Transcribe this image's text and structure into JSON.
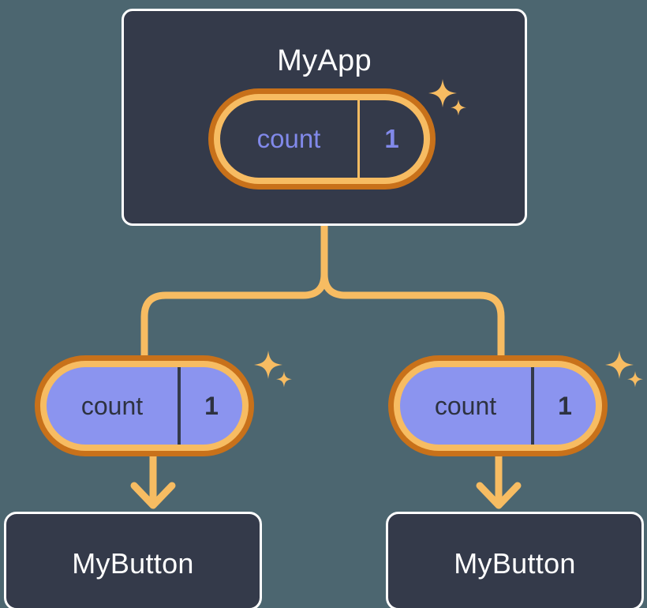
{
  "diagram": {
    "title": "MyApp component tree with shared count state",
    "background_color": "#4c6670",
    "accent_gold": "#f7bc62",
    "accent_orange": "#c8711a",
    "card_fill": "#343a4a",
    "card_border": "#ffffff",
    "state_purple": "#8189ea",
    "pill_fill_child": "#8b94ef"
  },
  "root": {
    "name": "root-component",
    "label": "MyApp",
    "state": {
      "key": "count",
      "value": "1"
    },
    "sparkle": "sparkle-icon"
  },
  "children": [
    {
      "name": "child-left",
      "state": {
        "key": "count",
        "value": "1"
      },
      "sparkle": "sparkle-icon",
      "component": {
        "label": "MyButton"
      }
    },
    {
      "name": "child-right",
      "state": {
        "key": "count",
        "value": "1"
      },
      "sparkle": "sparkle-icon",
      "component": {
        "label": "MyButton"
      }
    }
  ]
}
